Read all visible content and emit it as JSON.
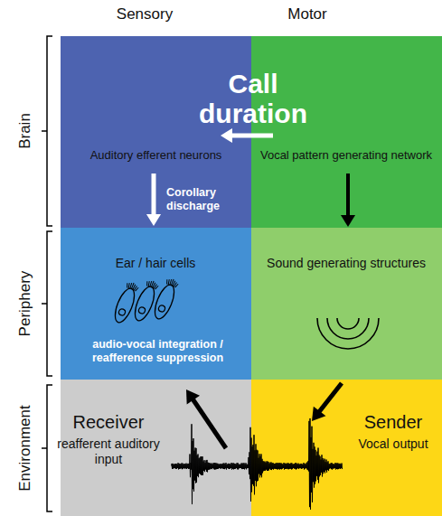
{
  "diagram": {
    "nodes": [
      {
        "text": [
          "Auditory efferent neurons"
        ]
      },
      {
        "text": [
          "Vocal pattern generating network"
        ]
      },
      {
        "text": [
          "Ear / hair cells",
          "audio-vocal integration / reafference suppression"
        ]
      },
      {
        "text": [
          "Sound generating structures"
        ]
      },
      {
        "text": [
          "Receiver",
          "reafferent auditory input"
        ]
      },
      {
        "text": [
          "Sender",
          "Vocal output"
        ]
      }
    ],
    "edges": [
      {
        "from": 1,
        "to": 0,
        "arrow": "to"
      },
      {
        "from": 0,
        "to": 2,
        "label": "Corollary discharge",
        "arrow": "to"
      },
      {
        "from": 1,
        "to": 3,
        "arrow": "to"
      },
      {
        "from": 3,
        "to": 5,
        "arrow": "to"
      },
      {
        "from": 4,
        "to": 2,
        "arrow": "to"
      }
    ],
    "labels": [
      "Sensory",
      "Motor",
      "Brain",
      "Periphery",
      "Environment",
      "Call duration"
    ]
  }
}
